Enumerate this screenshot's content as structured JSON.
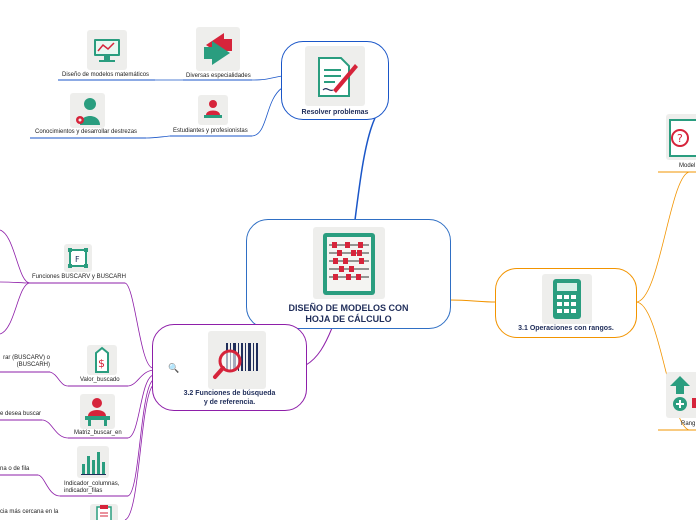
{
  "central": {
    "title": "DISEÑO DE MODELOS CON HOJA DE CÁLCULO"
  },
  "branches": {
    "resolver": {
      "title": "Resolver problemas"
    },
    "operaciones": {
      "title": "3.1 Operaciones con rangos."
    },
    "funciones": {
      "title": "3.2 Funciones de búsqueda y de referencia."
    }
  },
  "leaves": {
    "diseno_modelos": "Diseño de modelos matemáticos",
    "diversas": "Diversas especialidades",
    "conocimientos": "Conocimientos y desarrollar destrezas",
    "estudiantes": "Estudiantes y profesionistas",
    "buscarv": "Funciones BUSCARV y BUSCARH",
    "valor_buscado": "Valor_buscado",
    "matriz": "Matriz_buscar_en",
    "indicador": "Indicador_columnas, indicador_filas",
    "modelo_cut": "Model",
    "rango_cut": "Rang"
  },
  "partial_texts": {
    "buscar_line1": "rar (BUSCARV) o",
    "buscar_line2": "(BUSCARH)",
    "desea": "e desea buscar",
    "columna": "na o de fila",
    "cercana": "cia más cercana en la"
  },
  "colors": {
    "central_border": "#2f6fc4",
    "resolver_border": "#1a56c8",
    "operaciones_border": "#f29400",
    "funciones_border": "#8e1fa9",
    "leaf_blue": "#1a56c8",
    "leaf_purple": "#8e1fa9",
    "leaf_orange": "#f29400",
    "title_text": "#1f2d5a",
    "tile_bg": "#eeeeec",
    "accent_red": "#d6243b",
    "accent_teal": "#2a9d7f"
  },
  "icons": {
    "central": "abacus-icon",
    "resolver": "signature-document-icon",
    "operaciones": "calculator-icon",
    "funciones": "magnifier-barcode-icon",
    "diseno_modelos": "drawing-monitor-icon",
    "diversas": "swap-arrows-icon",
    "conocimientos": "person-gear-icon",
    "estudiantes": "student-laptop-icon",
    "buscarv": "function-frame-icon",
    "valor_buscado": "dollar-tag-icon",
    "matriz": "worker-desk-icon",
    "indicador": "bar-chart-icon",
    "clipboard": "clipboard-icon",
    "modelo": "question-document-icon",
    "rango": "arrows-plus-icon",
    "note": "magnifier-note-icon"
  }
}
